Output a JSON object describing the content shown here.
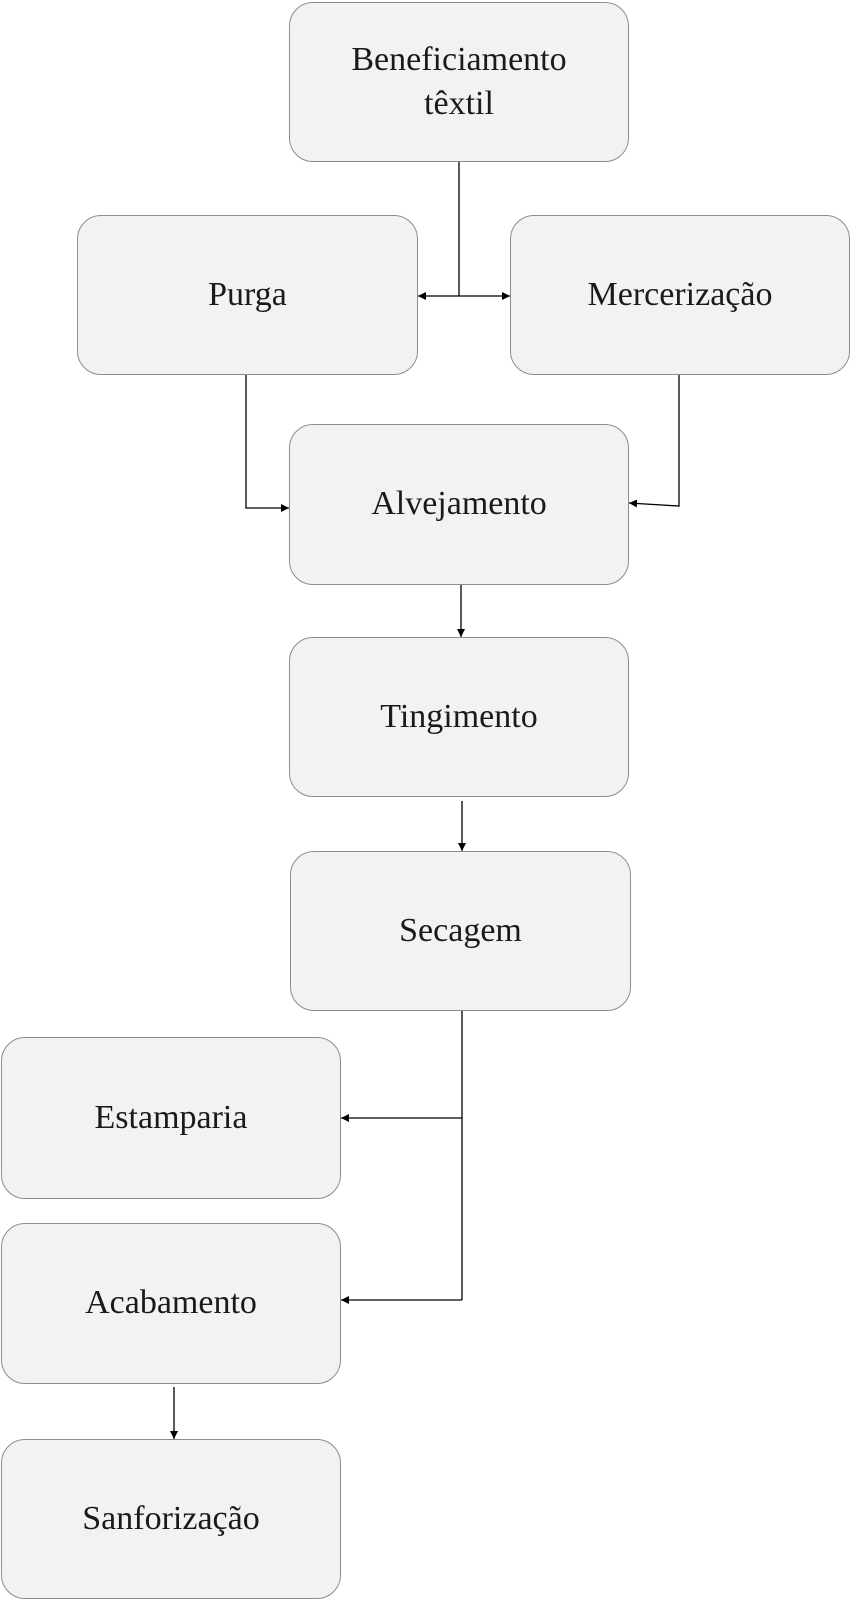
{
  "diagram": {
    "nodes": {
      "beneficiamento": {
        "label": "Beneficiamento\ntêxtil"
      },
      "purga": {
        "label": "Purga"
      },
      "mercerizacao": {
        "label": "Mercerização"
      },
      "alvejamento": {
        "label": "Alvejamento"
      },
      "tingimento": {
        "label": "Tingimento"
      },
      "secagem": {
        "label": "Secagem"
      },
      "estamparia": {
        "label": "Estamparia"
      },
      "acabamento": {
        "label": "Acabamento"
      },
      "sanforizacao": {
        "label": "Sanforização"
      }
    },
    "edges": [
      {
        "from": "beneficiamento",
        "to": "purga"
      },
      {
        "from": "beneficiamento",
        "to": "mercerizacao"
      },
      {
        "from": "purga",
        "to": "alvejamento"
      },
      {
        "from": "mercerizacao",
        "to": "alvejamento"
      },
      {
        "from": "alvejamento",
        "to": "tingimento"
      },
      {
        "from": "tingimento",
        "to": "secagem"
      },
      {
        "from": "secagem",
        "to": "estamparia"
      },
      {
        "from": "secagem",
        "to": "acabamento"
      },
      {
        "from": "acabamento",
        "to": "sanforizacao"
      }
    ],
    "colors": {
      "node_fill": "#f2f2f2",
      "node_border": "#8c8c8c",
      "line": "#000000"
    }
  }
}
